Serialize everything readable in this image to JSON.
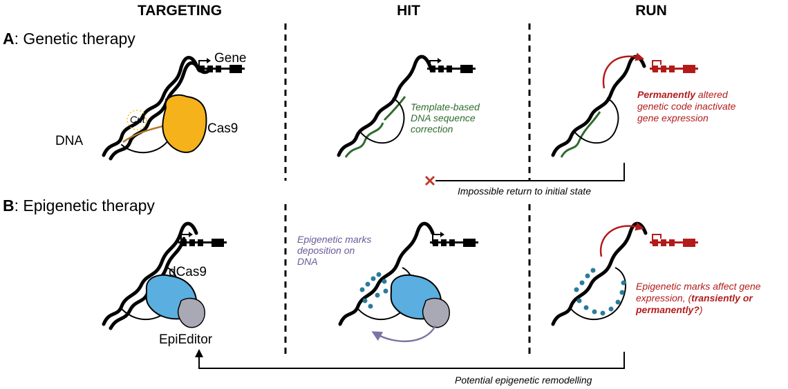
{
  "headers": {
    "targeting": "TARGETING",
    "hit": "HIT",
    "run": "RUN"
  },
  "panel_a": {
    "letter": "A",
    "title": ": Genetic therapy",
    "labels": {
      "gene": "Gene",
      "dna": "DNA",
      "cas9": "Cas9",
      "cut": "Cut"
    },
    "hit_note": [
      "Template-based",
      "DNA sequence",
      "correction"
    ],
    "run_note": {
      "bold": "Permanently",
      "line1_rest": " altered",
      "line2": "genetic code inactivate",
      "line3": "gene expression"
    },
    "return_note": "Impossible return to initial state"
  },
  "panel_b": {
    "letter": "B",
    "title": ": Epigenetic therapy",
    "labels": {
      "dcas9": "dCas9",
      "epieditor": "EpiEditor"
    },
    "hit_note": [
      "Epigenetic marks",
      "deposition on",
      "DNA"
    ],
    "run_note": {
      "line1": "Epigenetic marks affect gene",
      "line2_start": "expression, (",
      "line2_bold": "transiently or",
      "line3_bold": "permanently?",
      "line3_end": ")"
    },
    "return_note": "Potential epigenetic remodelling"
  },
  "colors": {
    "cas9": "#f5b21b",
    "cas9_text": "#ee8a1e",
    "dcas9": "#5aaee0",
    "dcas9_text": "#4a7fbf",
    "epieditor": "#a9a9b5",
    "epieditor_text": "#8c6b9c",
    "green": "#2e6b2e",
    "red": "#b31b1b",
    "purple": "#6a5a98",
    "marks": "#2a7b9b"
  },
  "icons": [
    "gene-promoter-arrow-icon",
    "cross-mark-icon",
    "return-arrow-icon"
  ]
}
